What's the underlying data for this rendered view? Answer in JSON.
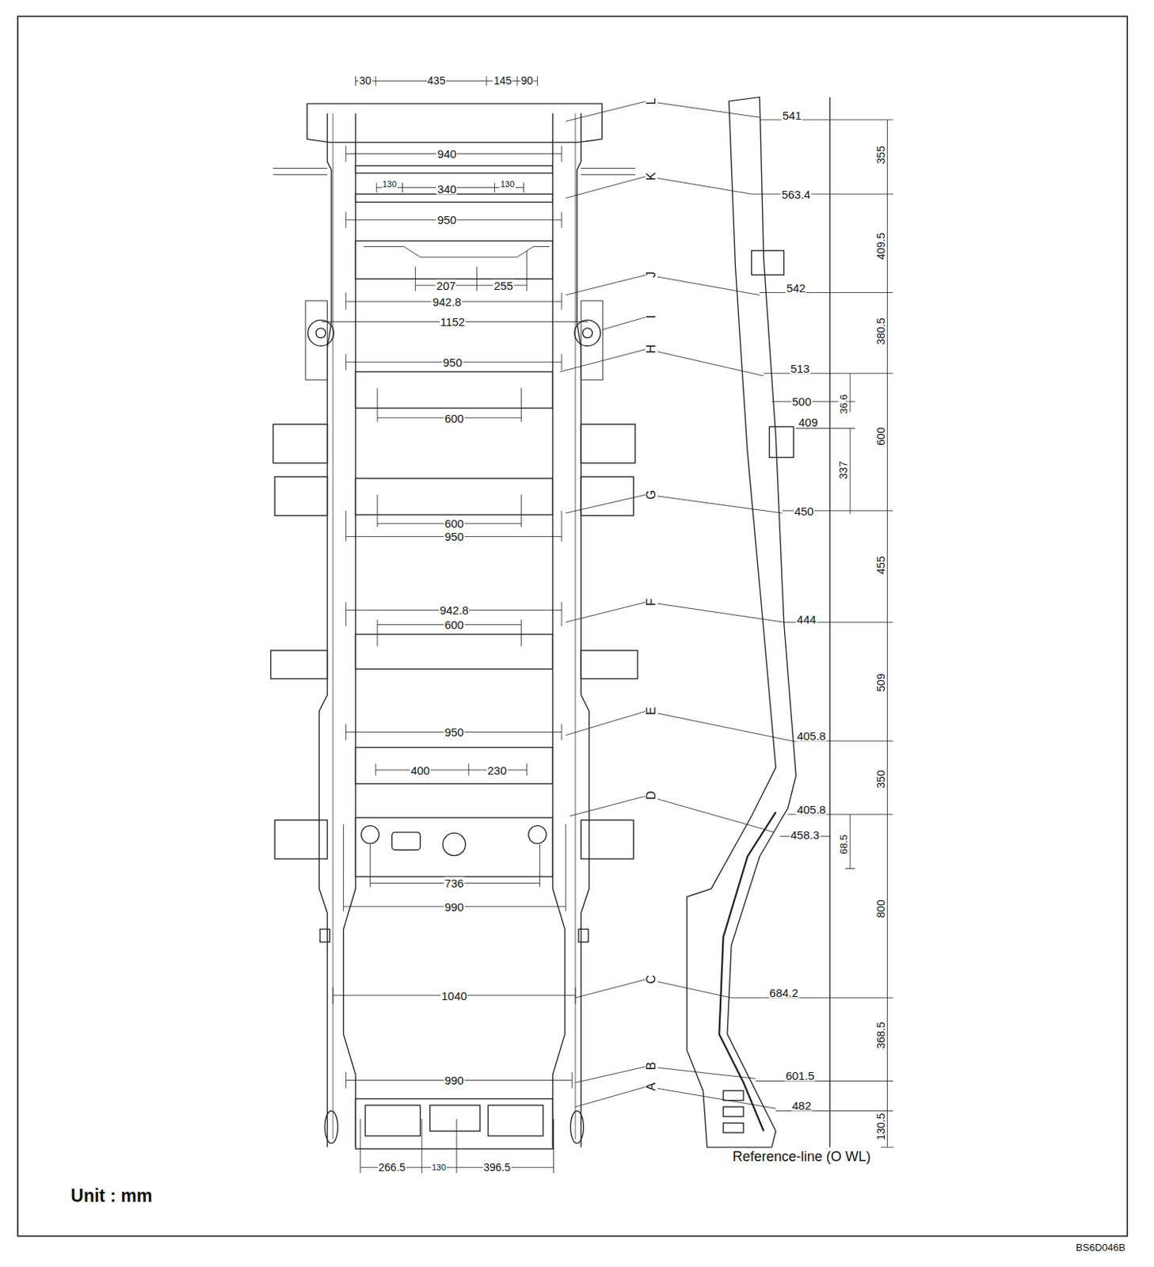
{
  "diagram": {
    "labels": [
      "30",
      "435",
      "145",
      "90",
      "940",
      "130",
      "340",
      "130",
      "950",
      "207",
      "255",
      "942.8",
      "1152",
      "950",
      "600",
      "600",
      "950",
      "942.8",
      "600",
      "950",
      "400",
      "230",
      "736",
      "990",
      "1040",
      "990",
      "266.5",
      "130",
      "396.5",
      "L",
      "K",
      "J",
      "I",
      "H",
      "G",
      "F",
      "E",
      "D",
      "C",
      "B",
      "A",
      "541",
      "563.4",
      "542",
      "513",
      "500",
      "409",
      "450",
      "444",
      "405.8",
      "405.8",
      "458.3",
      "684.2",
      "601.5",
      "482",
      "355",
      "409.5",
      "380.5",
      "600",
      "455",
      "509",
      "350",
      "800",
      "368.5",
      "130.5",
      "36.6",
      "337",
      "68.5",
      "Reference-line (O WL)",
      "Unit : mm",
      "BS6D046B"
    ]
  }
}
